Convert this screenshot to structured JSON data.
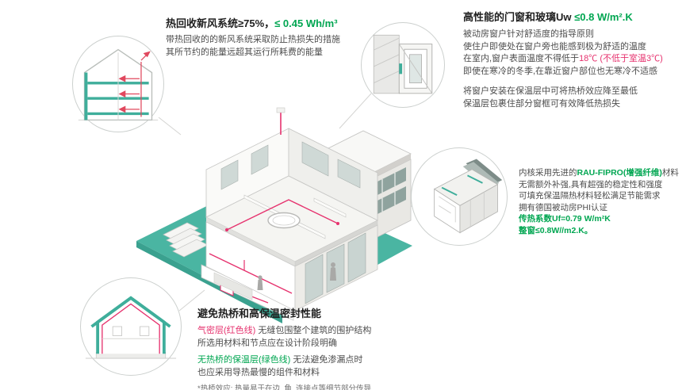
{
  "colors": {
    "teal": "#45b3a0",
    "green": "#00a651",
    "red": "#e6326e",
    "line_gray": "#c9c9c7"
  },
  "ventilation": {
    "title_main": "热回收新风系统≥75%，",
    "title_value": "≤ 0.45 Wh/m³",
    "line1": "带热回收的的新风系统采取防止热损失的措施",
    "line2": "其所节约的能量远超其运行所耗费的能量"
  },
  "windows": {
    "title_main": "高性能的门窗和玻璃Uw ",
    "title_value": "≤0.8 W/m².K",
    "p1l1": "被动房窗户针对舒适度的指导原则",
    "p1l2": "使住户即使处在窗户旁也能感到极为舒适的温度",
    "p1l3_pre": "在室内,窗户表面温度不得低于",
    "p1l3_red": "18℃ (不低于室温3℃)",
    "p1l4": "即使在寒冷的冬季,在靠近窗户部位也无寒冷不适感",
    "p2l1": "将窗户安装在保温层中可将热桥效应降至最低",
    "p2l2": "保温层包裹住部分窗框可有效降低热损失"
  },
  "profile": {
    "l1_pre": "内核采用先进的",
    "l1_green": "RAU-FIPRO(增强纤维)",
    "l1_post": "材料",
    "l2": "无需额外补强,具有超强的稳定性和强度",
    "l3": "可填充保温隔热材料轻松满足节能需求",
    "l4": "拥有德国被动房PHI认证",
    "l5": "传热系数Uf=0.79 W/m²K",
    "l6": "整窗≤0.8W//m2.K。"
  },
  "bridge": {
    "title": "避免热桥和高保温密封性能",
    "red_label": "气密层(红色线)",
    "red_rest": " 无缝包围整个建筑的围护结构",
    "l2": "所选用材料和节点应在设计阶段明确",
    "green_label": "无热桥的保温层(绿色线)",
    "green_rest": " 无法避免渗漏点时",
    "l4": "也应采用导热最慢的组件和材料",
    "footnote": "*热桥效应: 热量易于在边, 角, 连接点等细节部分传导"
  }
}
